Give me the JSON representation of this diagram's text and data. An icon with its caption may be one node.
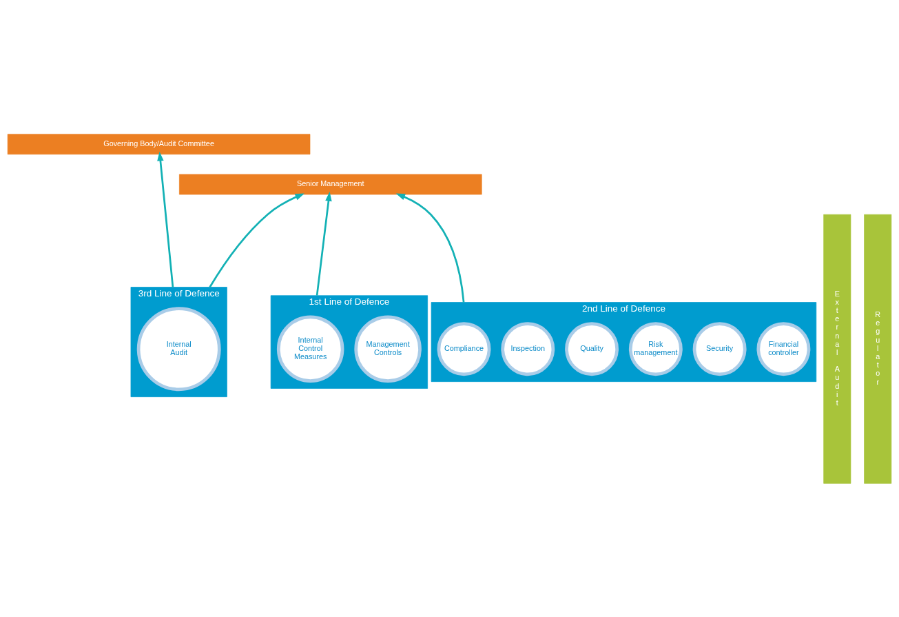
{
  "diagram": {
    "nodes": [
      {
        "text": [
          "Governing Body/Audit Committee"
        ]
      },
      {
        "text": [
          "Senior Management"
        ]
      },
      {
        "text": [
          "1st Line of Defence"
        ]
      },
      {
        "text": [
          "Management Controls"
        ],
        "in": 2
      },
      {
        "text": [
          "Internal Control Measures"
        ],
        "in": 2
      },
      {
        "text": [
          "2nd Line of Defence"
        ]
      },
      {
        "text": [
          "Financial controller"
        ],
        "in": 5
      },
      {
        "text": [
          "Security"
        ],
        "in": 5
      },
      {
        "text": [
          "Risk management"
        ],
        "in": 5
      },
      {
        "text": [
          "Quality"
        ],
        "in": 5
      },
      {
        "text": [
          "Inspection"
        ],
        "in": 5
      },
      {
        "text": [
          "Compliance"
        ],
        "in": 5
      },
      {
        "text": [
          "3rd Line of Defence"
        ]
      },
      {
        "text": [
          "Internal Audit"
        ],
        "in": 12
      },
      {
        "text": [
          "External Audit"
        ]
      },
      {
        "text": [
          "Regulator"
        ]
      }
    ],
    "edges": [
      {
        "from": 2,
        "to": 1,
        "arrow": "to"
      },
      {
        "from": 5,
        "to": 1,
        "arrow": "to"
      },
      {
        "from": 12,
        "to": 1,
        "arrow": "to"
      },
      {
        "from": 12,
        "to": 0,
        "arrow": "to"
      }
    ]
  }
}
